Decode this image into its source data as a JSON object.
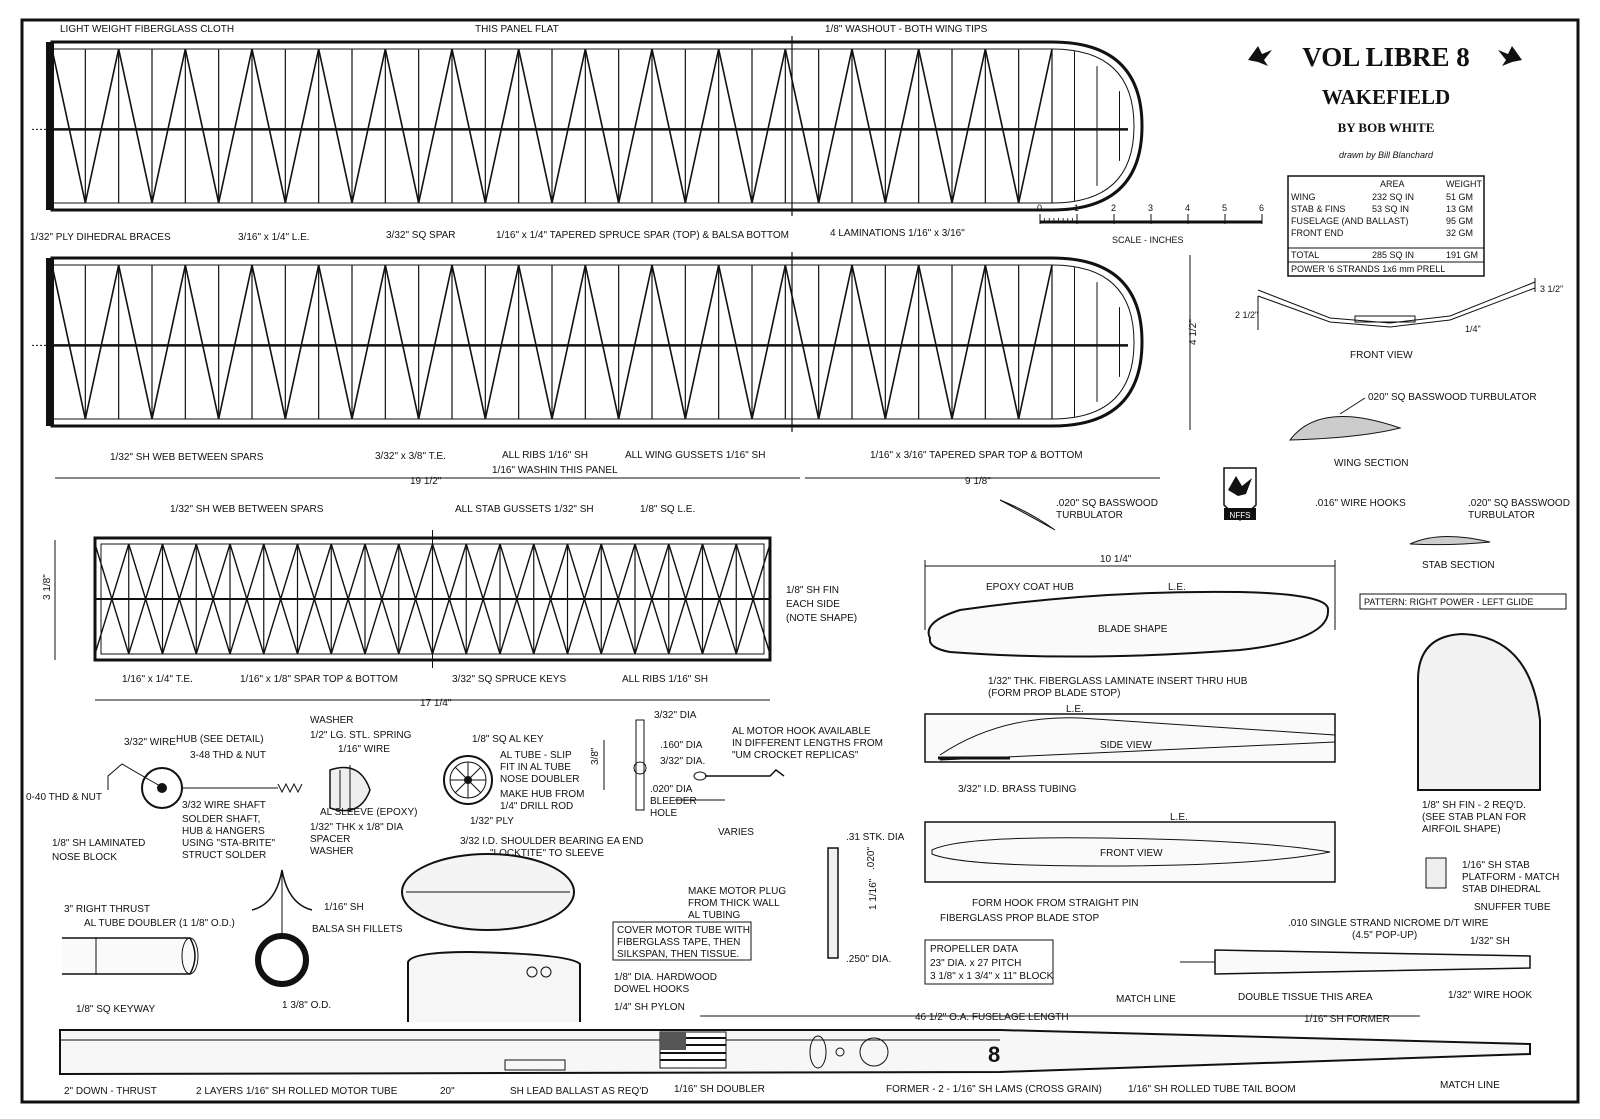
{
  "title": {
    "main": "VOL LIBRE 8",
    "sub": "WAKEFIELD",
    "author": "BY BOB WHITE",
    "drawn_by": "drawn by Bill Blanchard"
  },
  "specs": {
    "headers": [
      "",
      "AREA",
      "WEIGHT"
    ],
    "rows": [
      [
        "WING",
        "232 SQ IN",
        "51 GM"
      ],
      [
        "STAB & FINS",
        "53 SQ IN",
        "13 GM"
      ],
      [
        "FUSELAGE (AND BALLAST)",
        "",
        "95 GM"
      ],
      [
        "FRONT END",
        "",
        "32 GM"
      ]
    ],
    "total": [
      "TOTAL",
      "285 SQ IN",
      "191 GM"
    ],
    "power": "POWER '6 STRANDS 1x6 mm PRELL"
  },
  "scale": {
    "label": "SCALE - INCHES",
    "ticks": [
      "0",
      "1",
      "2",
      "3",
      "4",
      "5",
      "6"
    ]
  },
  "wing_labels": {
    "cloth": "LIGHT WEIGHT FIBERGLASS CLOTH",
    "panel_flat": "THIS PANEL FLAT",
    "washout": "1/8\" WASHOUT - BOTH WING TIPS",
    "dihedral": "1/32\" PLY DIHEDRAL BRACES",
    "le": "3/16\" x 1/4\" L.E.",
    "spar_sq": "3/32\" SQ SPAR",
    "tapered": "1/16\" x 1/4\" TAPERED SPRUCE SPAR (TOP) & BALSA BOTTOM",
    "laminations": "4 LAMINATIONS 1/16\" x 3/16\"",
    "web": "1/32\" SH WEB BETWEEN SPARS",
    "te": "3/32\" x 3/8\" T.E.",
    "ribs": "ALL RIBS 1/16\" SH",
    "gussets": "ALL WING GUSSETS 1/16\" SH",
    "washin": "1/16\" WASHIN THIS PANEL",
    "tapered_spar": "1/16\" x 3/16\" TAPERED SPAR TOP & BOTTOM",
    "dim_inner": "19 1/2\"",
    "dim_outer": "9 1/8\"",
    "dim_chord": "4 1/2\""
  },
  "stab_labels": {
    "web": "1/32\" SH WEB BETWEEN SPARS",
    "gussets": "ALL STAB GUSSETS 1/32\" SH",
    "le": "1/8\" SQ L.E.",
    "fin": "1/8\" SH FIN EACH SIDE (NOTE SHAPE)",
    "te": "1/16\" x 1/4\" T.E.",
    "spar": "1/16\" x 1/8\" SPAR TOP & BOTTOM",
    "keys": "3/32\" SQ SPRUCE KEYS",
    "ribs": "ALL RIBS 1/16\" SH",
    "span": "17 1/4\"",
    "chord": "3 1/8\""
  },
  "views": {
    "front_view": "FRONT VIEW",
    "front_dim1": "2 1/2\"",
    "front_dim2": "3 1/2\"",
    "front_dim3": "1/4\"",
    "turbulator": "020\" SQ BASSWOOD TURBULATOR",
    "wing_section": "WING SECTION",
    "turbulator2": ".020\" SQ BASSWOOD TURBULATOR",
    "wire_hooks": ".016\" WIRE HOOKS",
    "turbulator3": ".020\" SQ BASSWOOD TURBULATOR",
    "stab_section": "STAB SECTION",
    "pattern": "PATTERN: RIGHT POWER - LEFT GLIDE",
    "logo": "NFFS"
  },
  "prop": {
    "dim": "10 1/4\"",
    "epoxy": "EPOXY COAT HUB",
    "le1": "L.E.",
    "blade_shape": "BLADE SHAPE",
    "insert": "1/32\" THK. FIBERGLASS LAMINATE INSERT THRU HUB (FORM PROP BLADE STOP)",
    "le2": "L.E.",
    "side_view": "SIDE VIEW",
    "brass": "3/32\" I.D. BRASS TUBING",
    "le3": "L.E.",
    "front_view": "FRONT VIEW",
    "form_hook": "FORM HOOK FROM STRAIGHT PIN",
    "blade_stop": "FIBERGLASS PROP BLADE STOP",
    "data_title": "PROPELLER DATA",
    "data1": "23\" DIA. x 27 PITCH",
    "data2": "3 1/8\" x 1 3/4\" x 11\" BLOCK"
  },
  "fin": {
    "label": "1/8\" SH FIN - 2 REQ'D. (SEE STAB PLAN FOR AIRFOIL SHAPE)",
    "platform": "1/16\" SH STAB PLATFORM - MATCH STAB DIHEDRAL"
  },
  "hub": {
    "hub_detail": "HUB (SEE DETAIL)",
    "washer": "WASHER",
    "spring": "1/2\" LG. STL. SPRING",
    "wire16": "1/16\" WIRE",
    "wire332": "3/32\" WIRE",
    "thd_nut": "3-48 THD & NUT",
    "sleeve": "AL SLEEVE (EPOXY)",
    "wire_shaft": "3/32 WIRE SHAFT",
    "solder": "SOLDER SHAFT, HUB & HANGERS USING \"STA-BRITE\" STRUCT SOLDER",
    "thd_nut2": "0-40 THD & NUT",
    "laminated": "1/8\" SH LAMINATED NOSE BLOCK",
    "spacer": "1/32\" THK x 1/8\" DIA SPACER WASHER",
    "al_key": "1/8\" SQ AL KEY",
    "al_tube": "AL TUBE - SLIP FIT IN AL TUBE NOSE DOUBLER",
    "make_hub": "MAKE HUB FROM 1/4\" DRILL ROD",
    "ply": "1/32\" PLY",
    "shoulder": "3/32 I.D. SHOULDER BEARING EA END \"LOCKTITE\" TO SLEEVE",
    "dia332": "3/32\" DIA",
    "dia160": ".160\" DIA",
    "dim38": "3/8\"",
    "dia332b": "3/32\" DIA.",
    "bleeder": ".020\" DIA BLEEDER HOLE",
    "varies": "VARIES",
    "motor_hook": "AL MOTOR HOOK AVAILABLE IN DIFFERENT LENGTHS FROM \"UM CROCKET REPLICAS\""
  },
  "plug": {
    "make": "MAKE MOTOR PLUG FROM THICK WALL AL TUBING",
    "stk": ".31 STK. DIA",
    "d250": ".250\" DIA.",
    "d020": ".020\"",
    "len": "1 1/16\""
  },
  "fuselage": {
    "thrust_right": "3\" RIGHT THRUST",
    "doubler": "AL TUBE DOUBLER (1 1/8\" O.D.)",
    "keyway": "1/8\" SQ KEYWAY",
    "sh": "1/16\" SH",
    "fillets": "BALSA SH FILLETS",
    "od": "1 3/8\" O.D.",
    "cover": "COVER MOTOR TUBE WITH FIBERGLASS TAPE, THEN SILKSPAN, THEN TISSUE.",
    "dowel": "1/8\" DIA. HARDWOOD DOWEL HOOKS",
    "pylon": "1/4\" SH PYLON",
    "length": "46 1/2\" O.A. FUSELAGE LENGTH",
    "nicrome": ".010 SINGLE STRAND NICROME D/T WIRE (4.5\" POP-UP)",
    "snuffer": "SNUFFER TUBE",
    "sh2": "1/32\" SH",
    "match1": "MATCH LINE",
    "double_tissue": "DOUBLE TISSUE THIS AREA",
    "former": "1/16\" SH FORMER",
    "wire_hook": "1/32\" WIRE HOOK",
    "down_thrust": "2\" DOWN - THRUST",
    "layers": "2 LAYERS 1/16\" SH ROLLED MOTOR TUBE",
    "len20": "20\"",
    "ballast": "SH LEAD BALLAST AS REQ'D",
    "doubler2": "1/16\" SH DOUBLER",
    "former2": "FORMER - 2 - 1/16\" SH LAMS (CROSS GRAIN)",
    "boom": "1/16\" SH ROLLED TUBE TAIL BOOM",
    "match2": "MATCH LINE",
    "number": "8"
  },
  "colors": {
    "ink": "#111111",
    "paper": "#ffffff"
  }
}
